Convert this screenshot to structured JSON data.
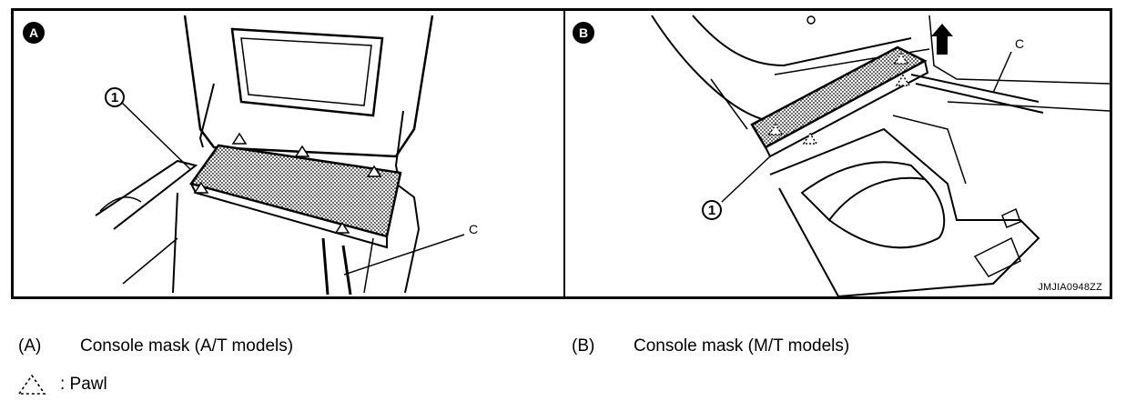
{
  "figure": {
    "panel_a": {
      "badge": "A",
      "part_number": "1",
      "pointer_label": "C"
    },
    "panel_b": {
      "badge": "B",
      "part_number": "1",
      "pointer_label": "C"
    },
    "drawing_code": "JMJIA0948ZZ"
  },
  "legend": {
    "items": [
      {
        "key": "(A)",
        "text": "Console mask (A/T models)"
      },
      {
        "key": "(B)",
        "text": "Console mask (M/T models)"
      }
    ],
    "pawl": {
      "text": ": Pawl",
      "icon": "dashed-triangle-icon"
    }
  }
}
